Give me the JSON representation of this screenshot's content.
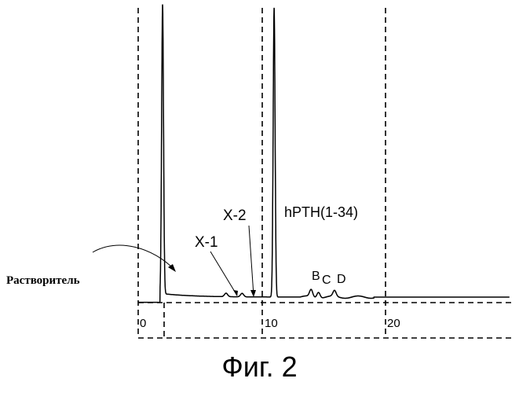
{
  "chart_data": {
    "type": "line",
    "title": "",
    "xlabel": "",
    "ylabel": "",
    "x_ticks": [
      {
        "value": 0,
        "label": "0"
      },
      {
        "value": 10,
        "label": "10"
      },
      {
        "value": 20,
        "label": "20"
      }
    ],
    "xlim": [
      -0.3,
      30
    ],
    "grid": "dashed vertical lines at injection, 10 and 20",
    "injection_time": 1.7,
    "peaks": [
      {
        "name": "solvent",
        "x": 1.85,
        "height": 1.0
      },
      {
        "name": "hPTH(1-34)",
        "x": 10.9,
        "height": 1.0
      },
      {
        "name": "X-1",
        "x": 7.0,
        "height": 0.012
      },
      {
        "name": "X-2",
        "x": 8.3,
        "height": 0.012
      },
      {
        "name": "B",
        "x": 13.9,
        "height": 0.025
      },
      {
        "name": "C",
        "x": 14.5,
        "height": 0.02
      },
      {
        "name": "D",
        "x": 15.8,
        "height": 0.02
      }
    ],
    "annotations": [
      {
        "text": "X-1",
        "target_x": 7.0
      },
      {
        "text": "X-2",
        "target_x": 8.3
      },
      {
        "text": "hPTH(1-34)",
        "target_x": 10.9
      },
      {
        "text": "B",
        "target_x": 13.9
      },
      {
        "text": "C",
        "target_x": 14.5
      },
      {
        "text": "D",
        "target_x": 15.8
      }
    ],
    "solvent_label": "Растворитель"
  },
  "caption": "Фиг. 2"
}
